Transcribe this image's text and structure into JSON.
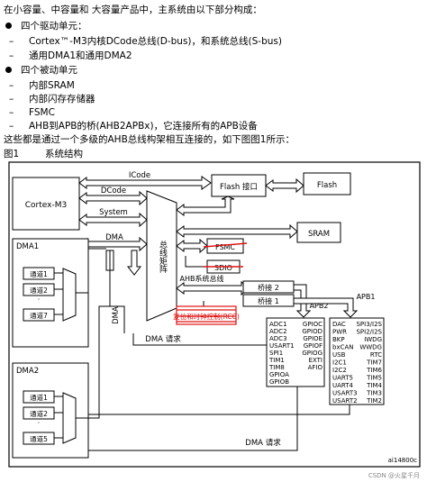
{
  "intro": {
    "line1": "在小容量、中容量和 大容量产品中，主系统由以下部分构成：",
    "active_title": "四个驱动单元：",
    "active_items": [
      "Cortex™-M3内核DCode总线(D-bus)，和系统总线(S-bus)",
      "通用DMA1和通用DMA2"
    ],
    "passive_title": "四个被动单元",
    "passive_items": [
      "内部SRAM",
      "内部闪存存储器",
      "FSMC",
      "AHB到APB的桥(AHB2APBx)，它连接所有的APB设备"
    ],
    "summary": "这些都是通过一个多级的AHB总线构架相互连接的，如下图图1所示："
  },
  "figure": {
    "label": "图1",
    "title": "系统结构",
    "id": "ai14800c",
    "watermark": "CSDN @火星千月"
  },
  "diagram": {
    "cortex": "Cortex-M3",
    "icode": "ICode",
    "dcode": "DCode",
    "system": "System",
    "dma_bus": "DMA",
    "flash_if": "Flash 接口",
    "flash": "Flash",
    "matrix": "总线矩阵",
    "sram": "SRAM",
    "fsmc": "FSMC",
    "sdio": "SDIO",
    "reset_clk": "复位和时钟控制(RCC)",
    "ahb_bus": "AHB系统总线",
    "bridge2": "桥接 2",
    "bridge1": "桥接 1",
    "apb2": "APB2",
    "apb1": "APB1",
    "dma_vertical": "DMA",
    "dma_request": "DMA 请求",
    "dma1": {
      "title": "DMA1",
      "ch1": "通道1",
      "ch2": "通道2",
      "dots": "·",
      "chn": "通道7"
    },
    "dma2": {
      "title": "DMA2",
      "ch1": "通道1",
      "ch2": "通道2",
      "dots": "·",
      "chn": "通道5"
    },
    "apb2_left": [
      "ADC1",
      "ADC2",
      "ADC3",
      "USART1",
      "SPI1",
      "TIM1",
      "TIM8",
      "GPIOA",
      "GPIOB"
    ],
    "apb2_right": [
      "GPIOC",
      "GPIOD",
      "GPIOE",
      "GPIOF",
      "GPIOG",
      "EXTI",
      "AFIO"
    ],
    "apb1_left": [
      "DAC",
      "PWR",
      "BKP",
      "bxCAN",
      "USB",
      "I2C1",
      "I2C2",
      "UART5",
      "UART4",
      "USART3",
      "USART2"
    ],
    "apb1_right": [
      "SPI3/I2S",
      "SPI2/I2S",
      "IWDG",
      "WWDG",
      "RTC",
      "TIM7",
      "TIM6",
      "TIM5",
      "TIM4",
      "TIM3",
      "TIM2"
    ],
    "strike_color": "#e01010"
  }
}
